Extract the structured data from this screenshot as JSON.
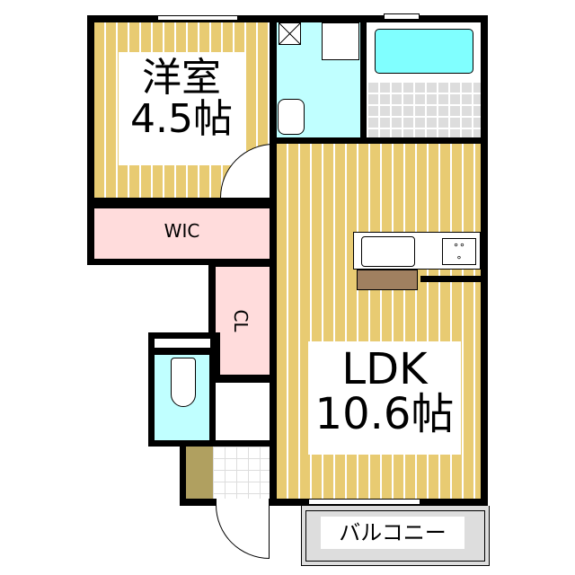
{
  "rooms": {
    "western": {
      "name": "洋室",
      "size": "4.5帖"
    },
    "wic": {
      "name": "WIC"
    },
    "closet": {
      "name": "CL"
    },
    "ldk": {
      "name": "LDK",
      "size": "10.6帖"
    },
    "balcony": {
      "name": "バルコニー"
    }
  },
  "colors": {
    "floor": "#e8cb72",
    "water": "#c0ffff",
    "storage": "#ffdcdc",
    "bathtub": "#80ffff",
    "entrance_step": "#b0a060",
    "counter_bar": "#a08060"
  }
}
